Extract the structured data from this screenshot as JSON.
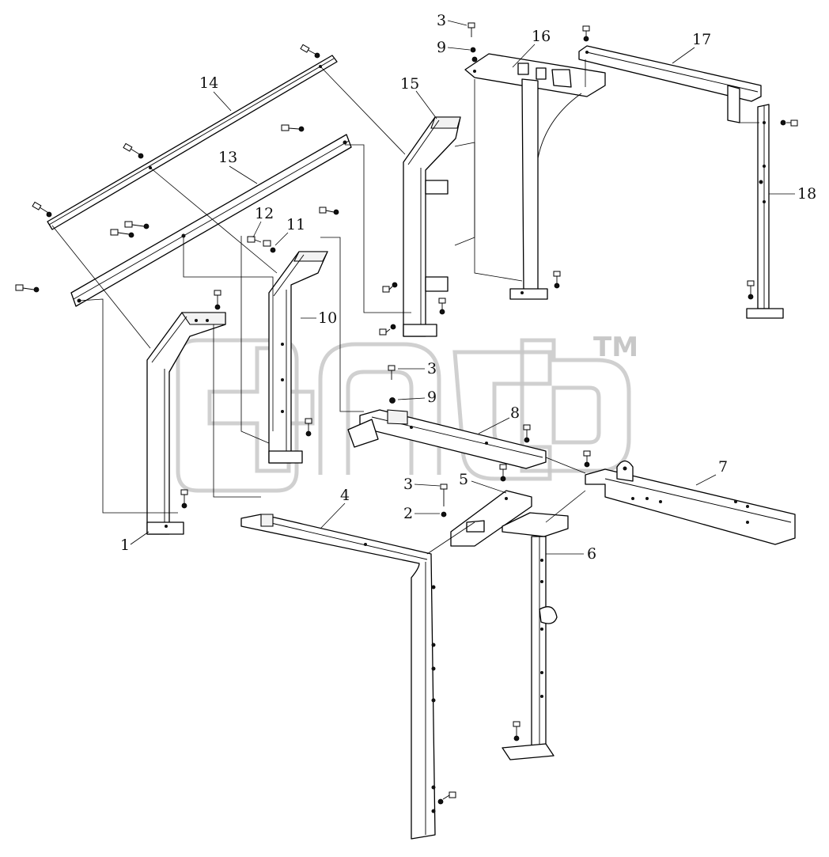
{
  "watermark": {
    "mark": "TM"
  },
  "callouts": [
    {
      "id": "1",
      "text": "1"
    },
    {
      "id": "2",
      "text": "2"
    },
    {
      "id": "3a",
      "text": "3"
    },
    {
      "id": "3b",
      "text": "3"
    },
    {
      "id": "3c",
      "text": "3"
    },
    {
      "id": "4",
      "text": "4"
    },
    {
      "id": "5",
      "text": "5"
    },
    {
      "id": "6",
      "text": "6"
    },
    {
      "id": "7",
      "text": "7"
    },
    {
      "id": "8",
      "text": "8"
    },
    {
      "id": "9a",
      "text": "9"
    },
    {
      "id": "9b",
      "text": "9"
    },
    {
      "id": "10",
      "text": "10"
    },
    {
      "id": "11",
      "text": "11"
    },
    {
      "id": "12",
      "text": "12"
    },
    {
      "id": "13",
      "text": "13"
    },
    {
      "id": "14",
      "text": "14"
    },
    {
      "id": "15",
      "text": "15"
    },
    {
      "id": "16",
      "text": "16"
    },
    {
      "id": "17",
      "text": "17"
    },
    {
      "id": "18",
      "text": "18"
    }
  ]
}
